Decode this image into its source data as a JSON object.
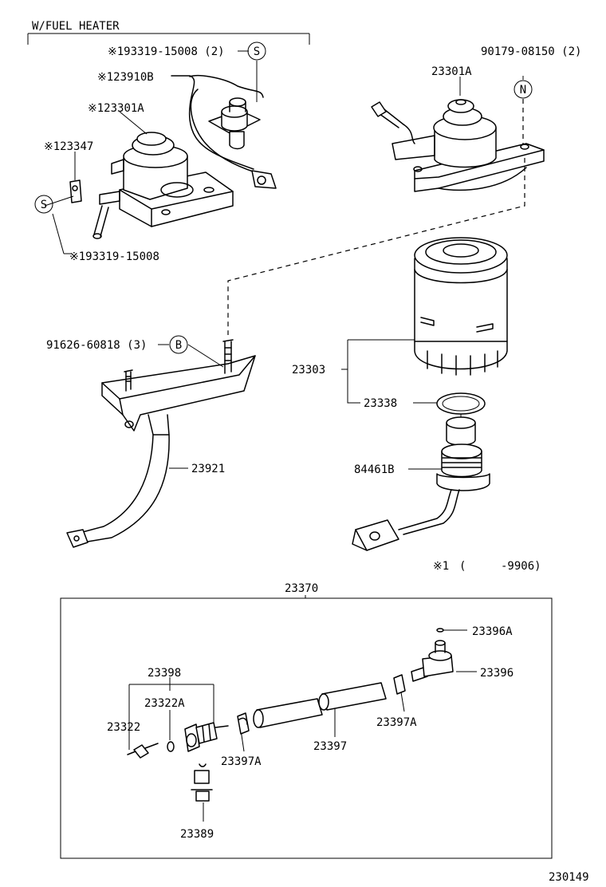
{
  "section_label": "W/FUEL HEATER",
  "callouts": {
    "c193319_2": "※193319-15008 (2)",
    "c123910b": "※123910B",
    "c123301a": "※123301A",
    "c123347": "※123347",
    "c193319": "※193319-15008",
    "c23301a": "23301A",
    "c90179": "90179-08150 (2)",
    "c91626": "91626-60818 (3)",
    "c23303": "23303",
    "c23338": "23338",
    "c84461b": "84461B",
    "c23921": "23921",
    "c23370": "23370",
    "c23396a": "23396A",
    "c23396": "23396",
    "c23398": "23398",
    "c23322a": "23322A",
    "c23322": "23322",
    "c23397a_right": "23397A",
    "c23397": "23397",
    "c23397a_left": "23397A",
    "c23389": "23389"
  },
  "symbols": {
    "s_top": "S",
    "s_left": "S",
    "n": "N",
    "b": "B"
  },
  "footnote": {
    "marker": "※1",
    "range": "-9906)",
    "paren": "("
  },
  "figure_number": "230149"
}
